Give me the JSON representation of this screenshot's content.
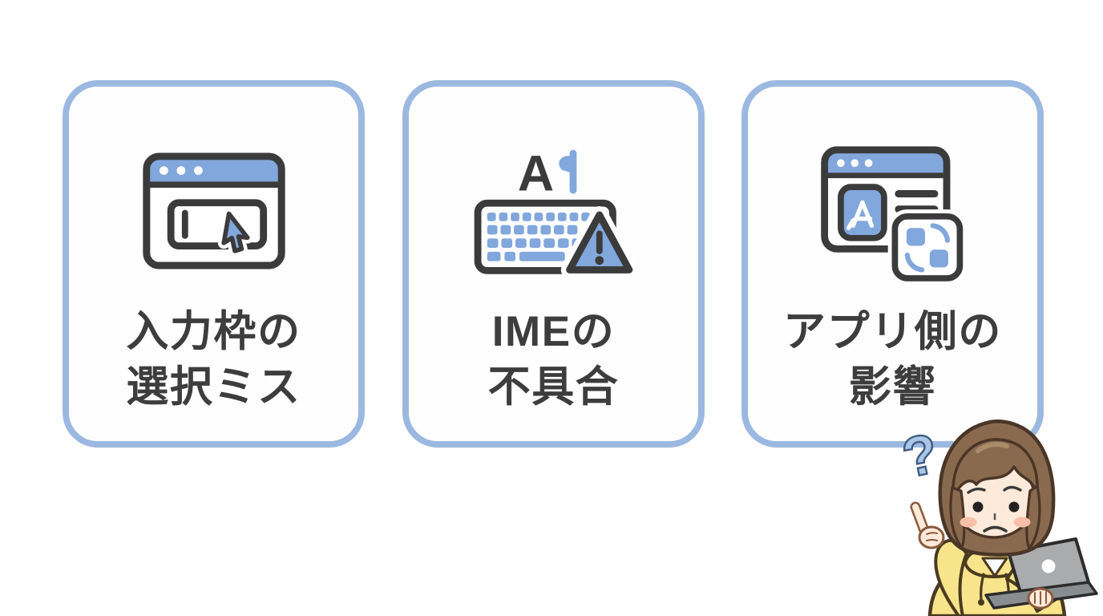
{
  "colors": {
    "page_bg": "#ffffff",
    "card_border": "#9bb8e0",
    "card_bg": "#fefefe",
    "icon_blue": "#82a7dc",
    "icon_outline": "#3b3b3b",
    "label_text": "#3d3d3d",
    "question_mark_fill": "#a9c6e8",
    "question_mark_stroke": "#3f5c80",
    "hair": "#8a6a4e",
    "hair_outline": "#4a3526",
    "hair_highlight": "#a98c6a",
    "skin": "#fdeada",
    "skin_outline": "#8a5a3c",
    "cheek": "#f8c0a8",
    "hoodie": "#f8e48a",
    "hoodie_outline": "#4a3a20",
    "laptop": "#a9abad",
    "laptop_base": "#8a8d90"
  },
  "cards": [
    {
      "icon": "browser-input-cursor-icon",
      "line1": "入力枠の",
      "line2": "選択ミス"
    },
    {
      "icon": "keyboard-warning-icon",
      "line1": "IMEの",
      "line2": "不具合"
    },
    {
      "icon": "app-window-sync-icon",
      "line1": "アプリ側の",
      "line2": "影響"
    }
  ],
  "keyboard_icon": {
    "ime_letter": "A"
  },
  "warning_icon": {
    "glyph": "!"
  },
  "character": {
    "question_mark": "?"
  }
}
